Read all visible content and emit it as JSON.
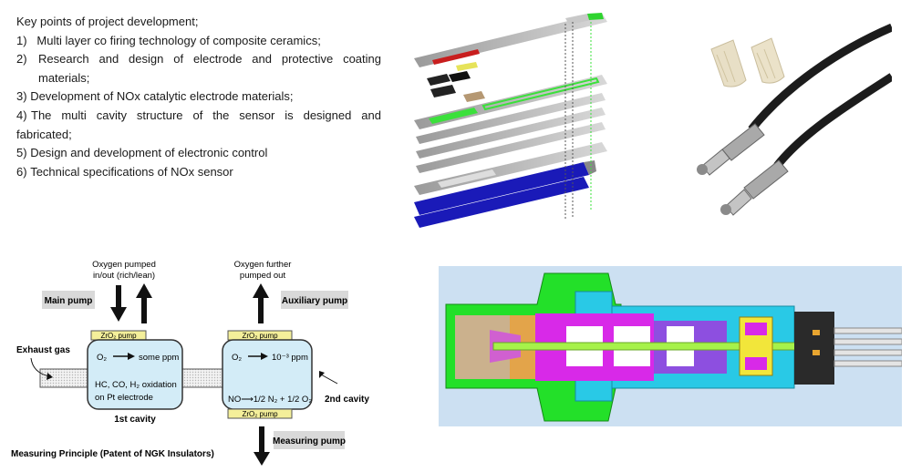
{
  "keypoints": {
    "heading": "Key points of project development;",
    "items": [
      {
        "num": "1)",
        "text": "Multi layer co firing technology of composite ceramics;"
      },
      {
        "num": "2)",
        "text": "Research and design of electrode and protective coating"
      },
      {
        "num": "",
        "text": "materials;"
      },
      {
        "num": "3)",
        "text": "Development of NOx catalytic electrode materials;"
      },
      {
        "num": "4)",
        "text": "The multi cavity structure of the sensor is designed and"
      },
      {
        "num": "",
        "text": "fabricated;"
      },
      {
        "num": "5)",
        "text": "Design and development of electronic control"
      },
      {
        "num": "6)",
        "text": "Technical specifications of NOx sensor"
      }
    ]
  },
  "diagram": {
    "main_pump": "Main pump",
    "aux_pump": "Auxiliary pump",
    "measuring_pump": "Measuring pump",
    "oxygen_pumped_1": "Oxygen pumped",
    "oxygen_pumped_2": "in/out (rich/lean)",
    "oxygen_further_1": "Oxygen further",
    "oxygen_further_2": "pumped out",
    "exhaust_gas": "Exhaust gas",
    "zro2_pump": "ZrO₂ pump",
    "cav1_o2": "O₂",
    "cav1_ppm": "some ppm",
    "cav1_hc": "HC, CO, H₂ oxidation",
    "cav1_pt": "on Pt electrode",
    "cav1_label": "1st cavity",
    "cav2_o2": "O₂",
    "cav2_ppm": "10⁻³ ppm",
    "cav2_no": "NO⟶1/2 N₂ + 1/2 O₂",
    "cav2_label": "2nd cavity",
    "footer": "Measuring Principle (Patent of NGK Insulators)"
  },
  "colors": {
    "cavity_fill": "#d3ecf7",
    "pump_strip": "#f4ef9a",
    "pill": "#d9d9d9",
    "xsection_bg": "#cce0f2",
    "green": "#23e029",
    "magenta": "#d829e8",
    "cyan": "#29c9e6",
    "blue": "#1a1ab8"
  }
}
